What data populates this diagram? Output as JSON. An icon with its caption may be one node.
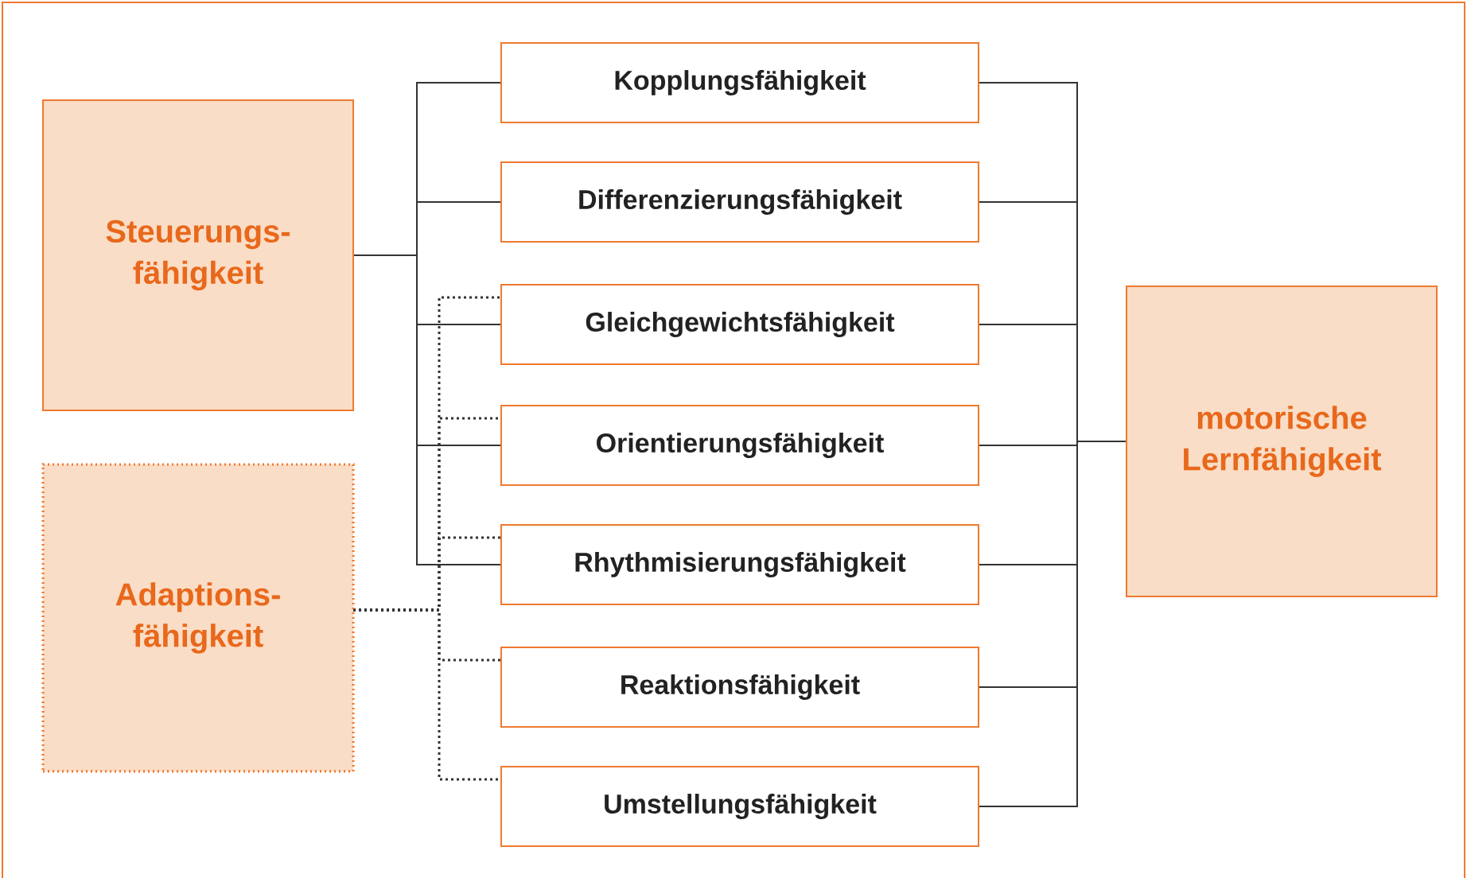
{
  "diagram": {
    "nodes": [
      {
        "text": [
          "Steuerungs- fähigkeit"
        ]
      },
      {
        "text": [
          "Adaptions- fähigkeit"
        ]
      },
      {
        "text": [
          "Kopplungsfähigkeit"
        ]
      },
      {
        "text": [
          "Differenzierungsfähigkeit"
        ]
      },
      {
        "text": [
          "Gleichgewichtsfähigkeit"
        ]
      },
      {
        "text": [
          "Orientierungsfähigkeit"
        ]
      },
      {
        "text": [
          "Rhythmisierungsfähigkeit"
        ]
      },
      {
        "text": [
          "Reaktionsfähigkeit"
        ]
      },
      {
        "text": [
          "Umstellungsfähigkeit"
        ]
      },
      {
        "text": [
          "motorische Lernfähigkeit"
        ]
      }
    ],
    "edges": [
      {
        "from": 0,
        "to": 2,
        "arrow": "none"
      },
      {
        "from": 0,
        "to": 3,
        "arrow": "none"
      },
      {
        "from": 0,
        "to": 4,
        "arrow": "none"
      },
      {
        "from": 0,
        "to": 5,
        "arrow": "none"
      },
      {
        "from": 0,
        "to": 6,
        "arrow": "none"
      },
      {
        "from": 1,
        "to": 4,
        "arrow": "none",
        "style": "dashed"
      },
      {
        "from": 1,
        "to": 5,
        "arrow": "none",
        "style": "dashed"
      },
      {
        "from": 1,
        "to": 6,
        "arrow": "none",
        "style": "dashed"
      },
      {
        "from": 1,
        "to": 7,
        "arrow": "none",
        "style": "dashed"
      },
      {
        "from": 1,
        "to": 8,
        "arrow": "none",
        "style": "dashed"
      },
      {
        "from": 2,
        "to": 9,
        "arrow": "none"
      },
      {
        "from": 3,
        "to": 9,
        "arrow": "none"
      },
      {
        "from": 4,
        "to": 9,
        "arrow": "none"
      },
      {
        "from": 5,
        "to": 9,
        "arrow": "none"
      },
      {
        "from": 6,
        "to": 9,
        "arrow": "none"
      },
      {
        "from": 7,
        "to": 9,
        "arrow": "none"
      },
      {
        "from": 8,
        "to": 9,
        "arrow": "none"
      }
    ]
  }
}
